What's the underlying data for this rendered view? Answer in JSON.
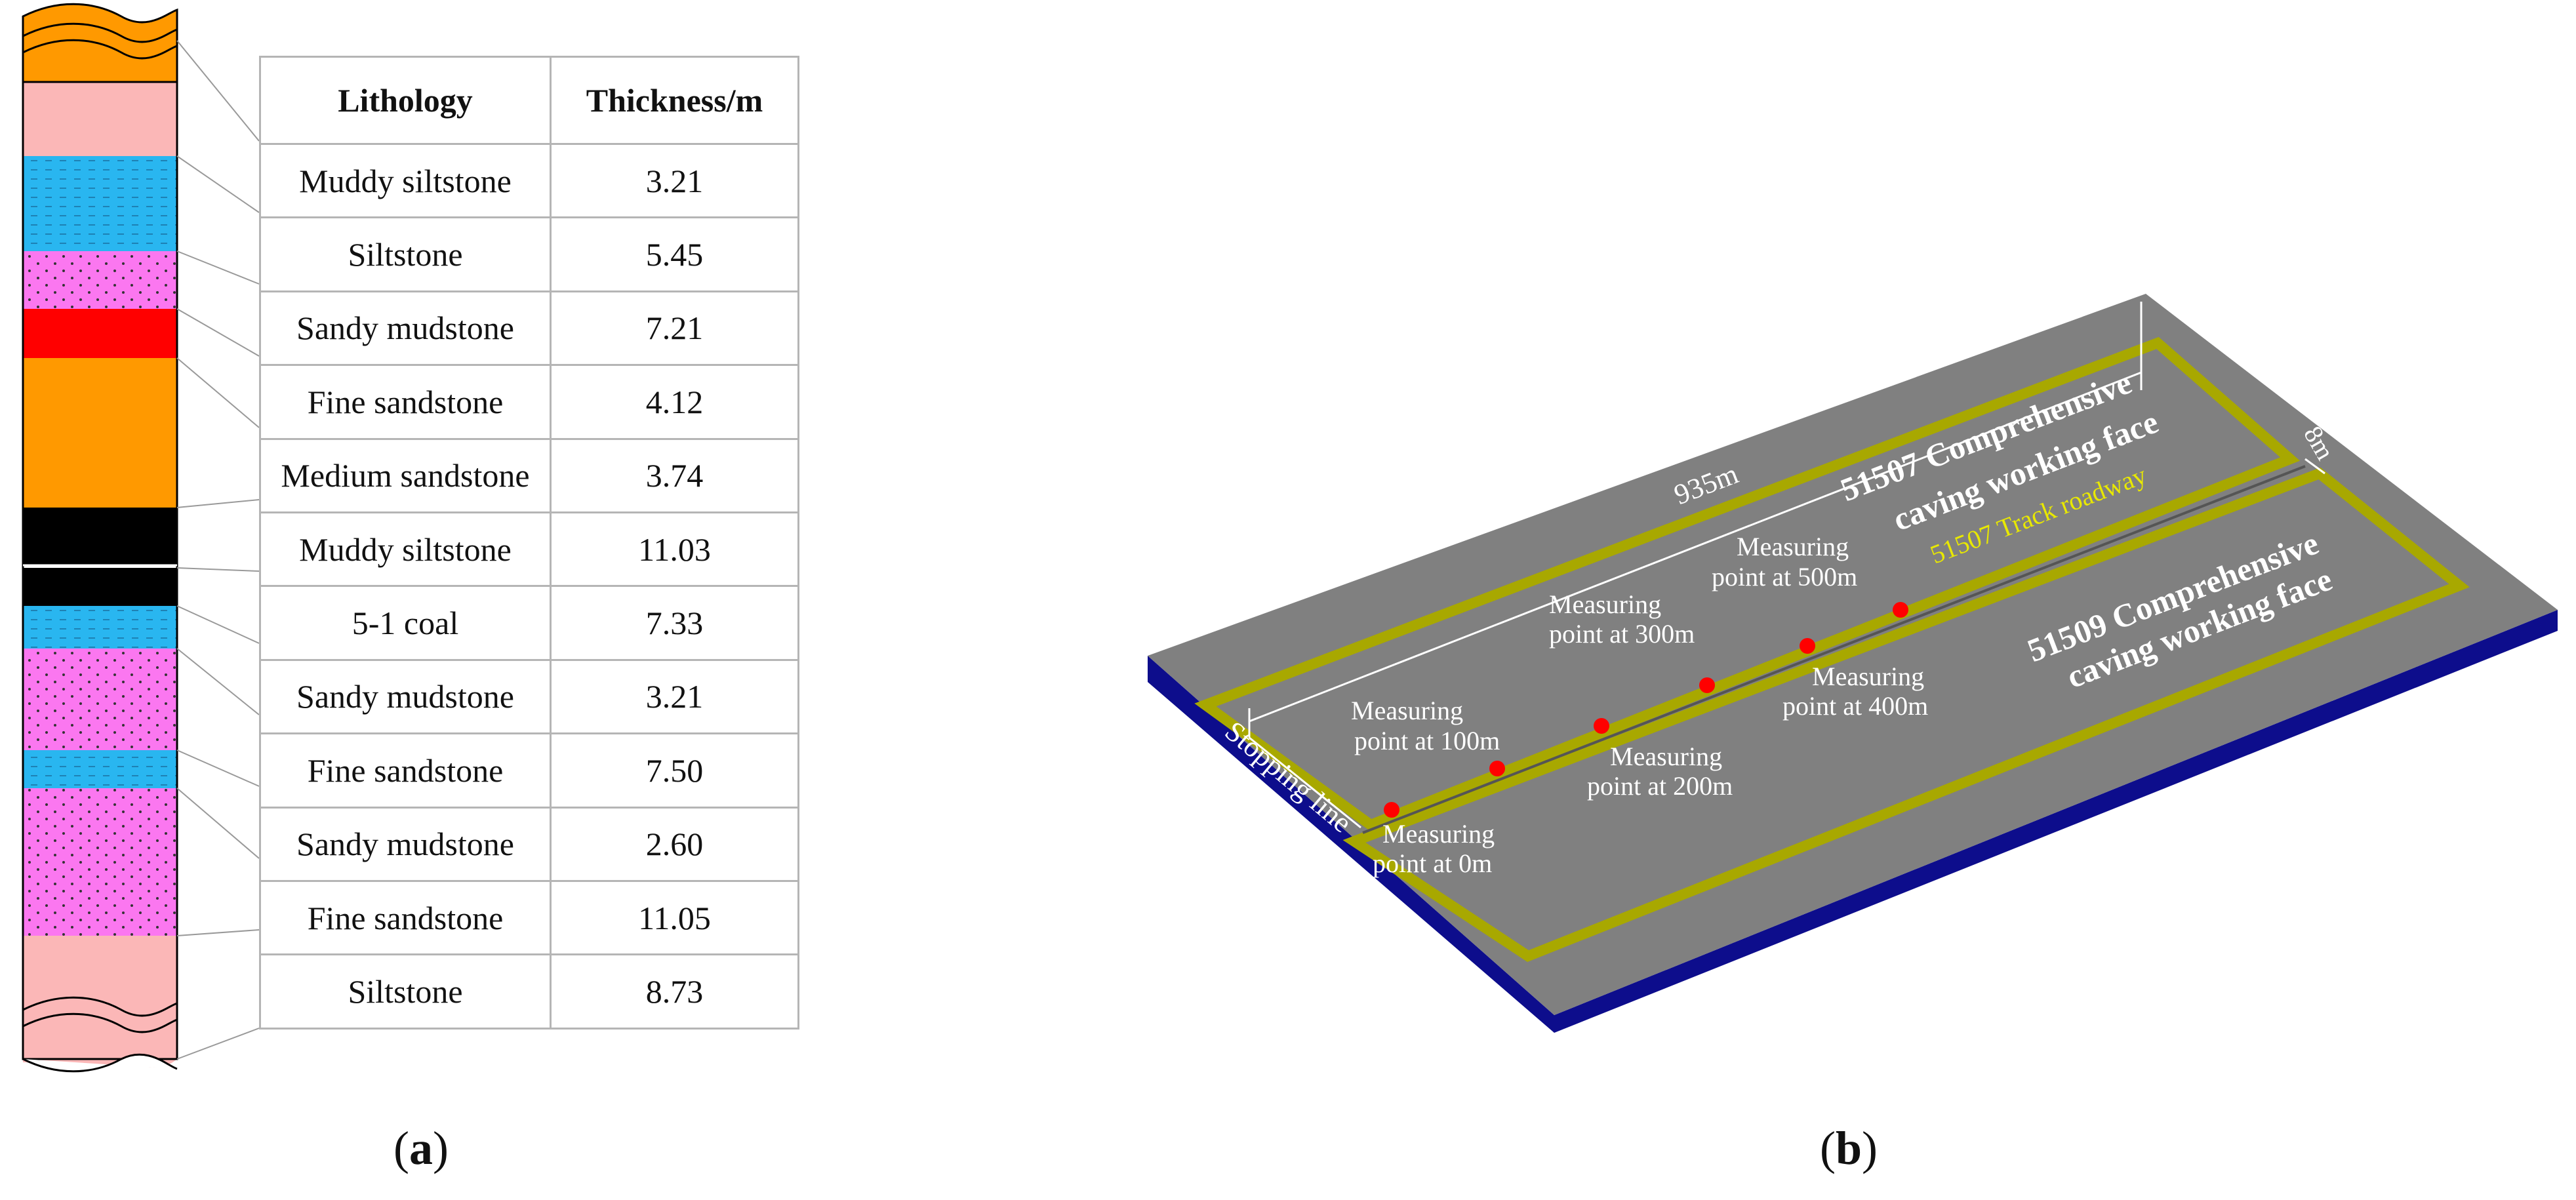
{
  "panel_a": {
    "label": "a",
    "table": {
      "headers": {
        "lithology": "Lithology",
        "thickness": "Thickness/m"
      },
      "rows": [
        {
          "lithology": "Muddy siltstone",
          "thickness": "3.21"
        },
        {
          "lithology": "Siltstone",
          "thickness": "5.45"
        },
        {
          "lithology": "Sandy mudstone",
          "thickness": "7.21"
        },
        {
          "lithology": "Fine sandstone",
          "thickness": "4.12"
        },
        {
          "lithology": "Medium sandstone",
          "thickness": "3.74"
        },
        {
          "lithology": "Muddy siltstone",
          "thickness": "11.03"
        },
        {
          "lithology": "5-1 coal",
          "thickness": "7.33"
        },
        {
          "lithology": "Sandy mudstone",
          "thickness": "3.21"
        },
        {
          "lithology": "Fine sandstone",
          "thickness": "7.50"
        },
        {
          "lithology": "Sandy mudstone",
          "thickness": "2.60"
        },
        {
          "lithology": "Fine sandstone",
          "thickness": "11.05"
        },
        {
          "lithology": "Siltstone",
          "thickness": "8.73"
        }
      ]
    },
    "colors": {
      "pink": "#fbb7b7",
      "cyan": "#29b6f0",
      "magenta": "#fb77f0",
      "red": "#ff0000",
      "orange": "#ff9900",
      "black": "#000000"
    }
  },
  "panel_b": {
    "label": "b",
    "length_label": "935m",
    "width_label": "8m",
    "stopping_line": "Stopping line",
    "track_roadway": "51507 Track roadway",
    "face_51507": [
      "51507 Comprehensive",
      "caving working face"
    ],
    "face_51509": [
      "51509 Comprehensive",
      "caving working face"
    ],
    "measuring_points": [
      {
        "line1": "Measuring",
        "line2": "point at 0m"
      },
      {
        "line1": "Measuring",
        "line2": "point at 100m"
      },
      {
        "line1": "Measuring",
        "line2": "point at 200m"
      },
      {
        "line1": "Measuring",
        "line2": "point at 300m"
      },
      {
        "line1": "Measuring",
        "line2": "point at 400m"
      },
      {
        "line1": "Measuring",
        "line2": "point at 500m"
      }
    ],
    "colors": {
      "surface": "#808080",
      "edge": "#0d0d8c",
      "roadway": "#a8a800",
      "track_text": "#e8e800",
      "point": "#ff0000"
    }
  }
}
